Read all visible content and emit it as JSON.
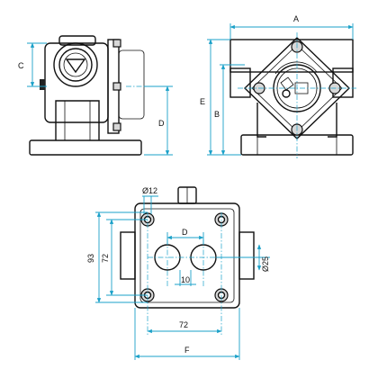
{
  "views": {
    "side": {
      "dimensions": {
        "C": "C",
        "D": "D"
      }
    },
    "front": {
      "dimensions": {
        "A": "A",
        "B": "B",
        "E": "E"
      }
    },
    "top": {
      "dimensions": {
        "d12": "Ø12",
        "D": "D",
        "h93": "93",
        "h72": "72",
        "d25": "Ø25",
        "s10": "10",
        "w72": "72",
        "F": "F"
      }
    }
  }
}
